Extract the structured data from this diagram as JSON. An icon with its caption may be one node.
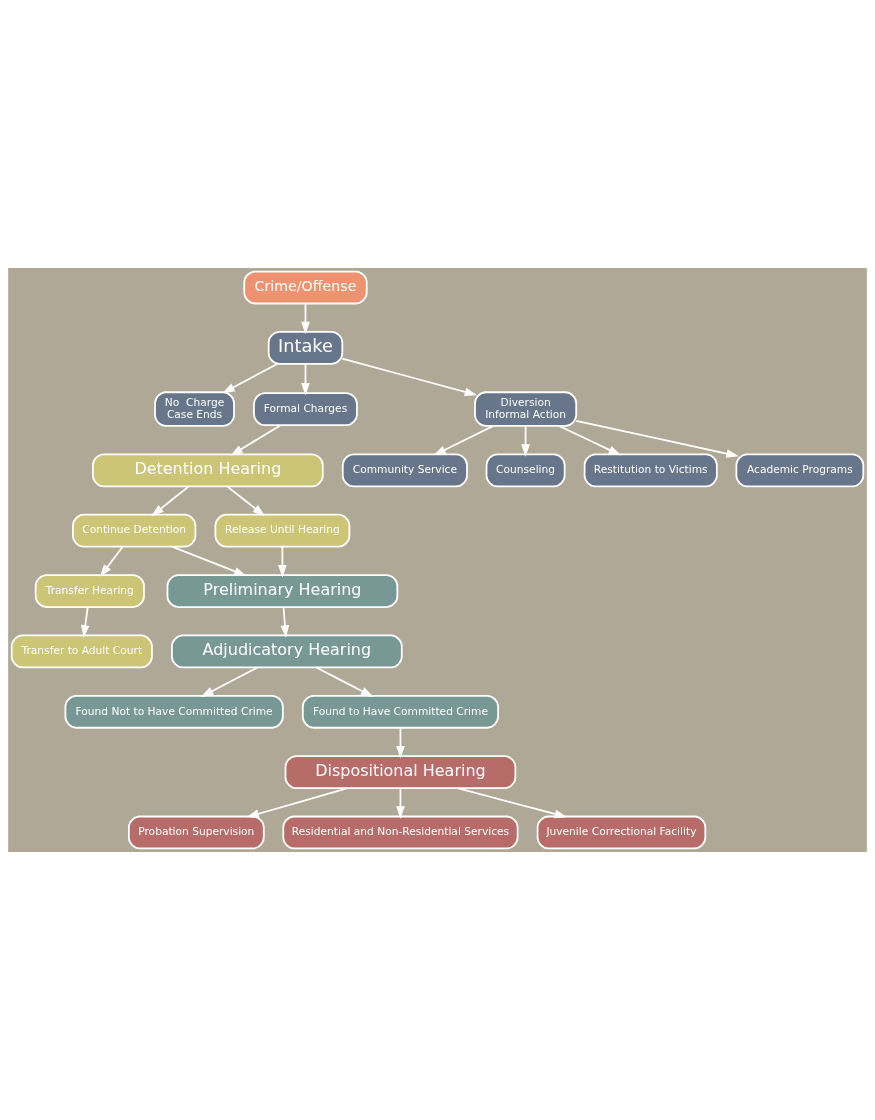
{
  "diagram": {
    "nodes": [
      {
        "text": [
          "Crime/Offense"
        ]
      },
      {
        "text": [
          "Intake"
        ]
      },
      {
        "text": [
          "No  Charge",
          "Case Ends"
        ]
      },
      {
        "text": [
          "Formal Charges"
        ]
      },
      {
        "text": [
          "Diversion",
          "Informal Action"
        ]
      },
      {
        "text": [
          "Community Service"
        ]
      },
      {
        "text": [
          "Counseling"
        ]
      },
      {
        "text": [
          "Restitution to Victims"
        ]
      },
      {
        "text": [
          "Academic Programs"
        ]
      },
      {
        "text": [
          "Detention Hearing"
        ]
      },
      {
        "text": [
          "Continue Detention"
        ]
      },
      {
        "text": [
          "Release Until Hearing"
        ]
      },
      {
        "text": [
          "Transfer Hearing"
        ]
      },
      {
        "text": [
          "Transfer to Adult Court"
        ]
      },
      {
        "text": [
          "Preliminary Hearing"
        ]
      },
      {
        "text": [
          "Adjudicatory Hearing"
        ]
      },
      {
        "text": [
          "Found Not to Have Committed Crime"
        ]
      },
      {
        "text": [
          "Found to Have Committed Crime"
        ]
      },
      {
        "text": [
          "Dispositional Hearing"
        ]
      },
      {
        "text": [
          "Probation Supervision"
        ]
      },
      {
        "text": [
          "Residential and Non-Residential Services"
        ]
      },
      {
        "text": [
          "Juvenile Correctional Facility"
        ]
      }
    ],
    "edges": [
      {
        "from": 0,
        "to": 1,
        "arrow": "to"
      },
      {
        "from": 1,
        "to": 2,
        "arrow": "to"
      },
      {
        "from": 1,
        "to": 3,
        "arrow": "to"
      },
      {
        "from": 1,
        "to": 4,
        "arrow": "to"
      },
      {
        "from": 4,
        "to": 5,
        "arrow": "to"
      },
      {
        "from": 4,
        "to": 6,
        "arrow": "to"
      },
      {
        "from": 4,
        "to": 7,
        "arrow": "to"
      },
      {
        "from": 4,
        "to": 8,
        "arrow": "to"
      },
      {
        "from": 3,
        "to": 9,
        "arrow": "to"
      },
      {
        "from": 9,
        "to": 10,
        "arrow": "to"
      },
      {
        "from": 9,
        "to": 11,
        "arrow": "to"
      },
      {
        "from": 10,
        "to": 12,
        "arrow": "to"
      },
      {
        "from": 10,
        "to": 14,
        "arrow": "to"
      },
      {
        "from": 11,
        "to": 14,
        "arrow": "to"
      },
      {
        "from": 12,
        "to": 13,
        "arrow": "to"
      },
      {
        "from": 14,
        "to": 15,
        "arrow": "to"
      },
      {
        "from": 15,
        "to": 16,
        "arrow": "to"
      },
      {
        "from": 15,
        "to": 17,
        "arrow": "to"
      },
      {
        "from": 17,
        "to": 18,
        "arrow": "to"
      },
      {
        "from": 18,
        "to": 19,
        "arrow": "to"
      },
      {
        "from": 18,
        "to": 20,
        "arrow": "to"
      },
      {
        "from": 18,
        "to": 21,
        "arrow": "to"
      }
    ]
  }
}
